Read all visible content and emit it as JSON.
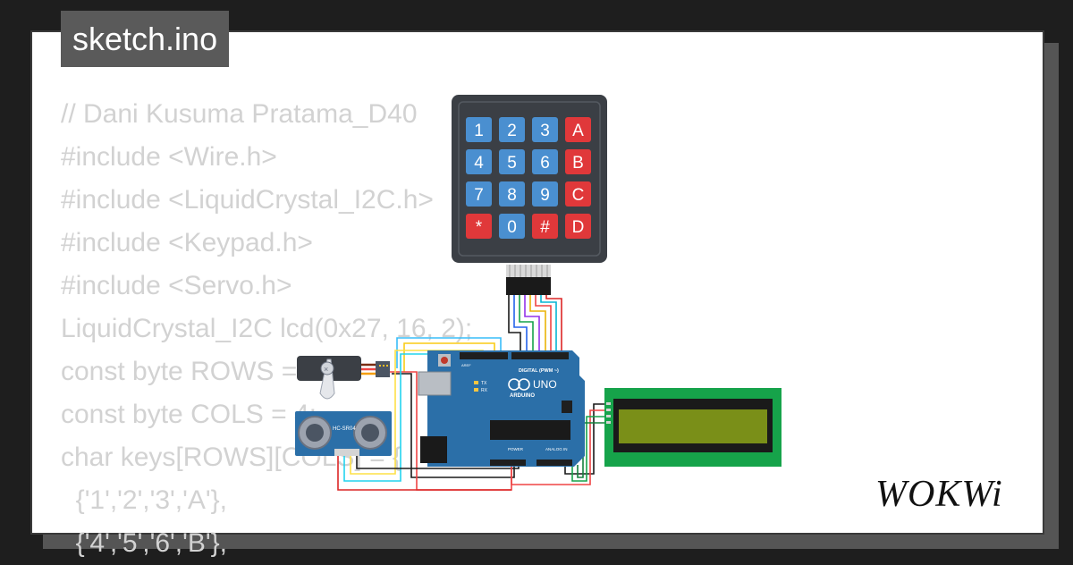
{
  "title_tab": "sketch.ino",
  "code_lines": [
    "// Dani Kusuma Pratama_D40",
    "#include <Wire.h>",
    "#include <LiquidCrystal_I2C.h>",
    "#include <Keypad.h>",
    "#include <Servo.h>",
    "LiquidCrystal_I2C lcd(0x27, 16, 2);",
    "const byte ROWS = 4;",
    "const byte COLS = 4;",
    "char keys[ROWS][COLS] = {",
    "  {'1','2','3','A'},",
    "  {'4','5','6','B'},"
  ],
  "keypad": {
    "keys": [
      "1",
      "2",
      "3",
      "A",
      "4",
      "5",
      "6",
      "B",
      "7",
      "8",
      "9",
      "C",
      "*",
      "0",
      "#",
      "D"
    ]
  },
  "arduino": {
    "model": "UNO",
    "brand": "ARDUINO",
    "digital_label": "DIGITAL (PWM ~)",
    "power_label": "POWER",
    "analog_label": "ANALOG IN",
    "tx": "TX",
    "rx": "RX",
    "aref": "AREF"
  },
  "ultrasonic": {
    "label": "HC-SR04"
  },
  "brand_logo": "WOKWi",
  "colors": {
    "page_bg": "#1e1e1e",
    "card_bg": "#ffffff",
    "code_text": "#d2d2d2",
    "tab_bg": "#5a5a5a",
    "arduino_blue": "#2b6fa8",
    "keypad_body": "#3b3f45",
    "key_blue": "#4a8fd0",
    "key_red": "#e0383a",
    "lcd_green": "#16a34a",
    "lcd_screen": "#7a8f18"
  }
}
